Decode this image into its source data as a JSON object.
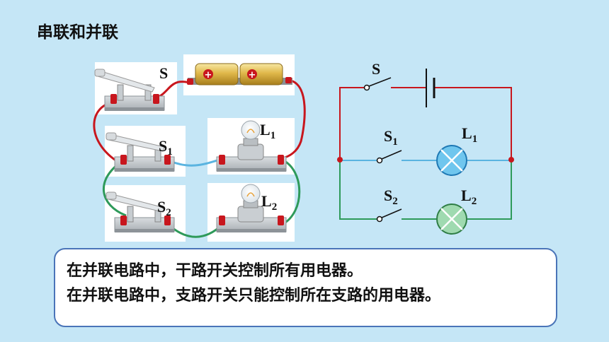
{
  "title": "串联和并联",
  "physical_circuit": {
    "main_switch_label": "S",
    "switch1_label": "S",
    "switch1_sub": "1",
    "switch2_label": "S",
    "switch2_sub": "2",
    "lamp1_label": "L",
    "lamp1_sub": "1",
    "lamp2_label": "L",
    "lamp2_sub": "2"
  },
  "schematic": {
    "main_switch_label": "S",
    "switch1_label": "S",
    "switch1_sub": "1",
    "switch2_label": "S",
    "switch2_sub": "2",
    "lamp1_label": "L",
    "lamp1_sub": "1",
    "lamp2_label": "L",
    "lamp2_sub": "2"
  },
  "colors": {
    "main_wire": "#c8161d",
    "branch1_wire": "#5ab4e0",
    "branch2_wire": "#2e9a5a",
    "lamp1_fill": "#6fc6ee",
    "lamp2_fill": "#9fdab0"
  },
  "conclusion": {
    "line1": "在并联电路中，干路开关控制所有用电器。",
    "line2": "在并联电路中，支路开关只能控制所在支路的用电器。"
  }
}
